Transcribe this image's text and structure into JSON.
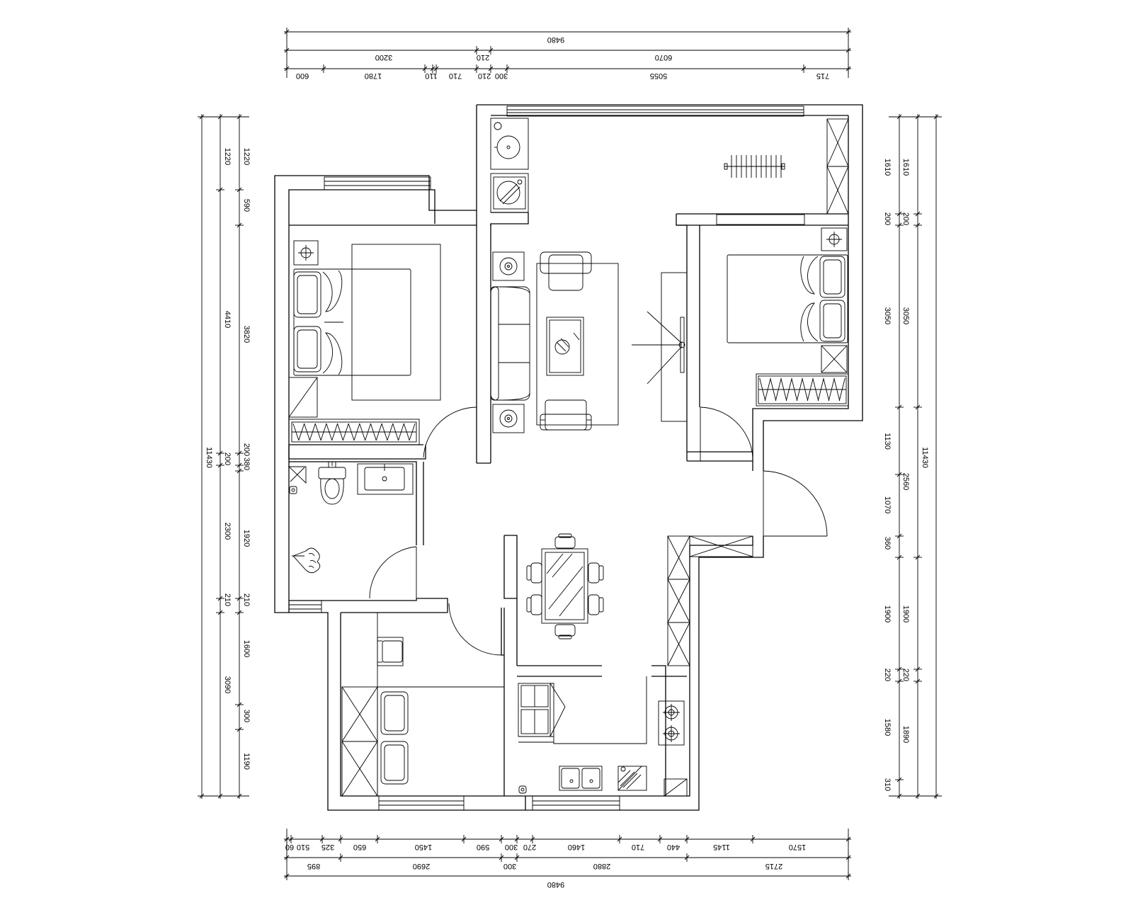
{
  "plan": {
    "top_dims": {
      "overall": "9480",
      "mid": [
        "3200",
        "210",
        "6070"
      ],
      "inner": [
        "600",
        "1780",
        "110",
        "710",
        "210",
        "300",
        "5055",
        "715"
      ]
    },
    "bottom_dims": {
      "overall": "9480",
      "mid": [
        "895",
        "2690",
        "300",
        "2880",
        "2715"
      ],
      "inner": [
        "60",
        "510",
        "325",
        "650",
        "1450",
        "590",
        "300",
        "270",
        "1460",
        "710",
        "440",
        "1145",
        "1570"
      ]
    },
    "left_dims": {
      "outer": "11430",
      "mid": [
        "1220",
        "4410",
        "200",
        "2300",
        "210",
        "3090"
      ],
      "inner": [
        "1220",
        "590",
        "3820",
        "200",
        "380",
        "1920",
        "210",
        "1600",
        "300",
        "1190"
      ]
    },
    "right_dims": {
      "outer": "11430",
      "mid": [
        "1610",
        "200",
        "3050",
        "2560",
        "1900",
        "220",
        "1890"
      ],
      "inner": [
        "1610",
        "200",
        "3050",
        "1130",
        "1070",
        "360",
        "1900",
        "220",
        "1580",
        "310"
      ]
    }
  }
}
